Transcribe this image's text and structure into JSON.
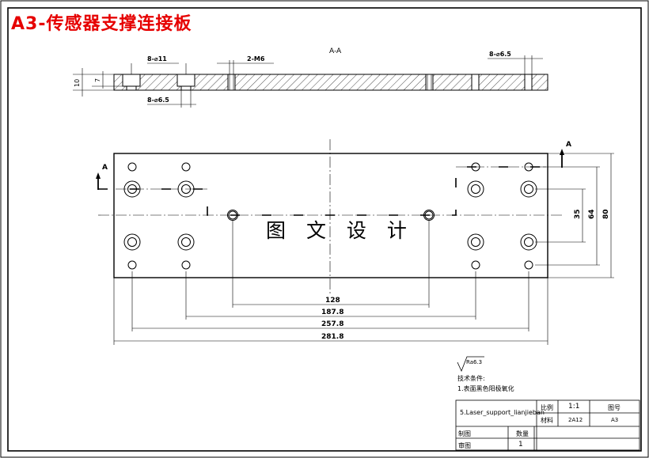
{
  "heading": "A3-传感器支撑连接板",
  "watermark": "图 文 设 计",
  "section": {
    "label": "A-A",
    "callout_counterbore": "8-⌀11",
    "callout_thread": "2-M6",
    "callout_hole_right": "8-⌀6.5",
    "callout_hole_bottom": "8-⌀6.5",
    "thickness": "10",
    "counterbore_depth": "7"
  },
  "plan": {
    "view_mark": "A",
    "dims_horizontal": [
      "128",
      "187.8",
      "257.8",
      "281.8"
    ],
    "dims_vertical": [
      "35",
      "64",
      "80"
    ]
  },
  "surface_roughness": "Ra6.3",
  "notes": {
    "title": "技术条件:",
    "items": [
      "1.表面黑色阳极氧化"
    ]
  },
  "title_block": {
    "part_name": "5.Laser_support_lianjieban",
    "scale_label": "比例",
    "scale_value": "1:1",
    "drawing_no_label": "图号",
    "material_label": "材料",
    "material_value": "2A12",
    "drawing_no_value": "A3",
    "drawn_label": "制图",
    "quantity_label": "数量",
    "quantity_value": "1",
    "checked_label": "审图"
  }
}
